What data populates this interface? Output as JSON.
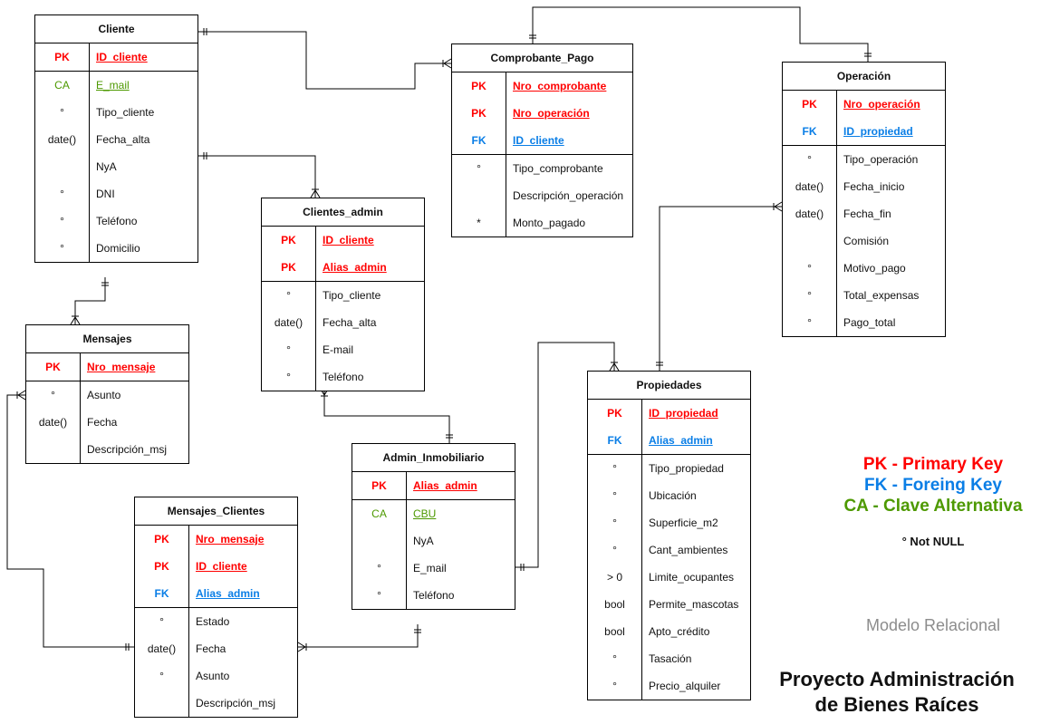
{
  "entities": {
    "cliente": {
      "name": "Cliente",
      "sections": [
        [
          {
            "key": "PK",
            "name": "ID_cliente",
            "role": "pk"
          }
        ],
        [
          {
            "key": "CA",
            "name": "E_mail",
            "role": "ca"
          },
          {
            "key": "°",
            "name": "Tipo_cliente",
            "role": ""
          },
          {
            "key": "date()",
            "name": "Fecha_alta",
            "role": ""
          },
          {
            "key": "",
            "name": "NyA",
            "role": ""
          },
          {
            "key": "°",
            "name": "DNI",
            "role": ""
          },
          {
            "key": "°",
            "name": "Teléfono",
            "role": ""
          },
          {
            "key": "°",
            "name": "Domicilio",
            "role": ""
          }
        ]
      ]
    },
    "comprobante_pago": {
      "name": "Comprobante_Pago",
      "sections": [
        [
          {
            "key": "PK",
            "name": "Nro_comprobante",
            "role": "pk"
          },
          {
            "key": "PK",
            "name": "Nro_operación",
            "role": "pk"
          },
          {
            "key": "FK",
            "name": "ID_cliente",
            "role": "fk"
          }
        ],
        [
          {
            "key": "°",
            "name": "Tipo_comprobante",
            "role": ""
          },
          {
            "key": "",
            "name": "Descripción_operación",
            "role": ""
          },
          {
            "key": "*",
            "name": "Monto_pagado",
            "role": ""
          }
        ]
      ]
    },
    "operacion": {
      "name": "Operación",
      "sections": [
        [
          {
            "key": "PK",
            "name": "Nro_operación",
            "role": "pk"
          },
          {
            "key": "FK",
            "name": "ID_propiedad",
            "role": "fk"
          }
        ],
        [
          {
            "key": "°",
            "name": "Tipo_operación",
            "role": ""
          },
          {
            "key": "date()",
            "name": "Fecha_inicio",
            "role": ""
          },
          {
            "key": "date()",
            "name": "Fecha_fin",
            "role": ""
          },
          {
            "key": "",
            "name": "Comisión",
            "role": ""
          },
          {
            "key": "°",
            "name": "Motivo_pago",
            "role": ""
          },
          {
            "key": "°",
            "name": "Total_expensas",
            "role": ""
          },
          {
            "key": "°",
            "name": "Pago_total",
            "role": ""
          }
        ]
      ]
    },
    "clientes_admin": {
      "name": "Clientes_admin",
      "sections": [
        [
          {
            "key": "PK",
            "name": "ID_cliente",
            "role": "pk"
          },
          {
            "key": "PK",
            "name": "Alias_admin",
            "role": "pk"
          }
        ],
        [
          {
            "key": "°",
            "name": "Tipo_cliente",
            "role": ""
          },
          {
            "key": "date()",
            "name": "Fecha_alta",
            "role": ""
          },
          {
            "key": "°",
            "name": "E-mail",
            "role": ""
          },
          {
            "key": "°",
            "name": "Teléfono",
            "role": ""
          }
        ]
      ]
    },
    "mensajes": {
      "name": "Mensajes",
      "sections": [
        [
          {
            "key": "PK",
            "name": "Nro_mensaje",
            "role": "pk"
          }
        ],
        [
          {
            "key": "°",
            "name": "Asunto",
            "role": ""
          },
          {
            "key": "date()",
            "name": "Fecha",
            "role": ""
          },
          {
            "key": "",
            "name": "Descripción_msj",
            "role": ""
          }
        ]
      ]
    },
    "propiedades": {
      "name": "Propiedades",
      "sections": [
        [
          {
            "key": "PK",
            "name": "ID_propiedad",
            "role": "pk"
          },
          {
            "key": "FK",
            "name": "Alias_admin",
            "role": "fk"
          }
        ],
        [
          {
            "key": "°",
            "name": "Tipo_propiedad",
            "role": ""
          },
          {
            "key": "°",
            "name": "Ubicación",
            "role": ""
          },
          {
            "key": "°",
            "name": "Superficie_m2",
            "role": ""
          },
          {
            "key": "°",
            "name": "Cant_ambientes",
            "role": ""
          },
          {
            "key": "> 0",
            "name": "Limite_ocupantes",
            "role": ""
          },
          {
            "key": "bool",
            "name": "Permite_mascotas",
            "role": ""
          },
          {
            "key": "bool",
            "name": "Apto_crédito",
            "role": ""
          },
          {
            "key": "°",
            "name": "Tasación",
            "role": ""
          },
          {
            "key": "°",
            "name": "Precio_alquiler",
            "role": ""
          }
        ]
      ]
    },
    "admin_inmobiliario": {
      "name": "Admin_Inmobiliario",
      "sections": [
        [
          {
            "key": "PK",
            "name": "Alias_admin",
            "role": "pk"
          }
        ],
        [
          {
            "key": "CA",
            "name": "CBU",
            "role": "ca"
          },
          {
            "key": "",
            "name": "NyA",
            "role": ""
          },
          {
            "key": "°",
            "name": "E_mail",
            "role": ""
          },
          {
            "key": "°",
            "name": "Teléfono",
            "role": ""
          }
        ]
      ]
    },
    "mensajes_clientes": {
      "name": "Mensajes_Clientes",
      "sections": [
        [
          {
            "key": "PK",
            "name": "Nro_mensaje",
            "role": "pk"
          },
          {
            "key": "PK",
            "name": "ID_cliente",
            "role": "pk"
          },
          {
            "key": "FK",
            "name": "Alias_admin",
            "role": "fk"
          }
        ],
        [
          {
            "key": "°",
            "name": "Estado",
            "role": ""
          },
          {
            "key": "date()",
            "name": "Fecha",
            "role": ""
          },
          {
            "key": "°",
            "name": "Asunto",
            "role": ""
          },
          {
            "key": "",
            "name": "Descripción_msj",
            "role": ""
          }
        ]
      ]
    }
  },
  "legend": {
    "pk": "PK - Primary Key",
    "fk": "FK - Foreing Key",
    "ca": "CA - Clave Alternativa",
    "not_null": "° Not NULL"
  },
  "model_label": "Modelo Relacional",
  "project_title_line1": "Proyecto Administración",
  "project_title_line2": "de Bienes Raíces",
  "colors": {
    "pk": "#ff0000",
    "fk": "#0a7ee6",
    "ca": "#4d9900",
    "muted": "#8c8c8c"
  }
}
